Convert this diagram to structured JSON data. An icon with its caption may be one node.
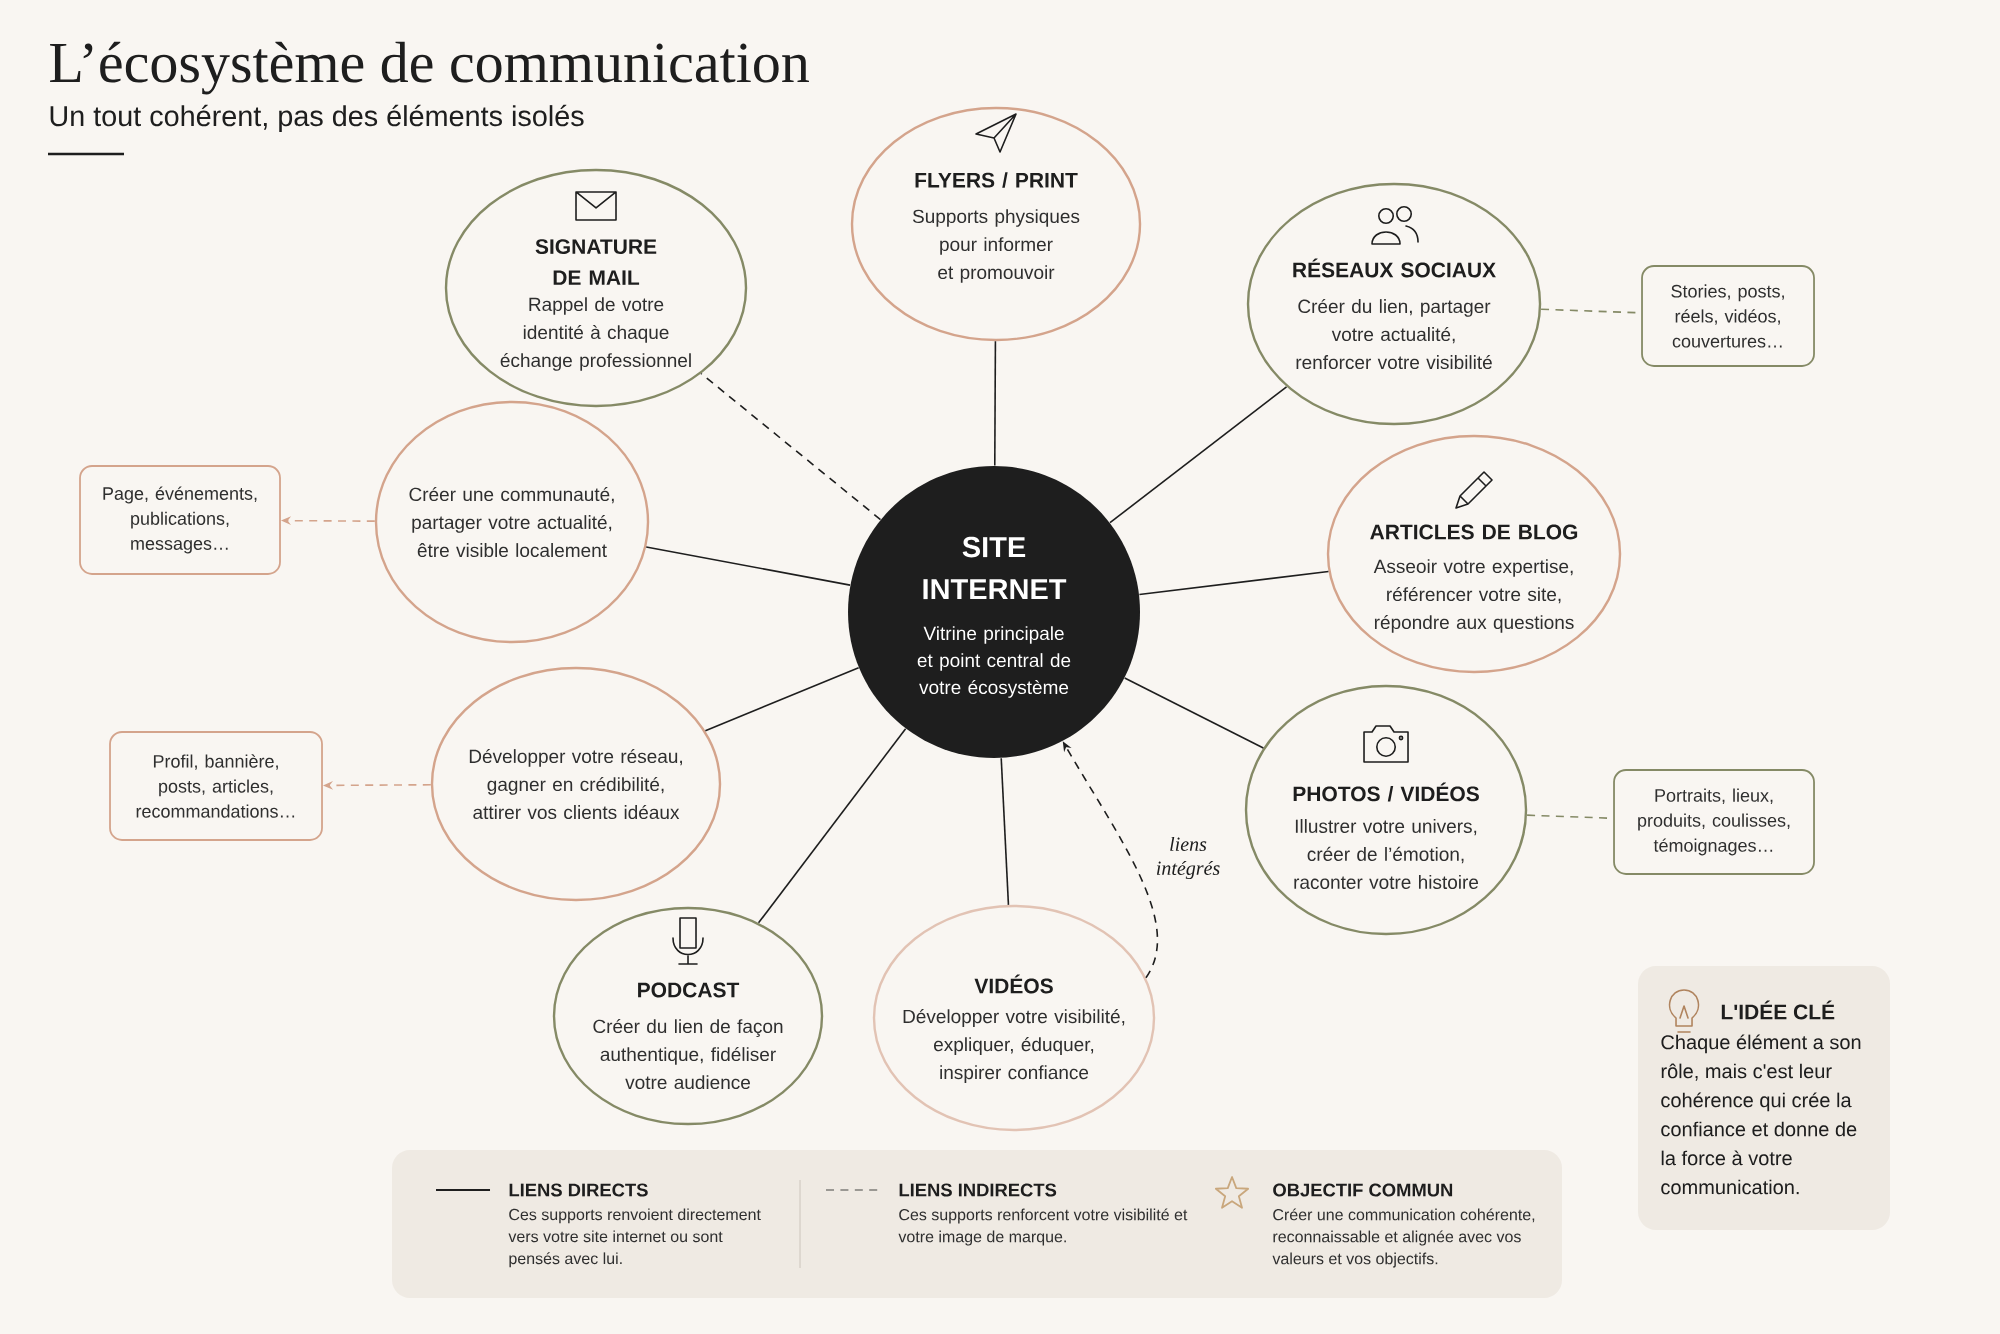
{
  "diagram": {
    "title": "L’écosystème de communication",
    "nodes": [
      {
        "text": [
          "SITE INTERNET",
          "Vitrine principale et point central de votre écosystème"
        ]
      },
      {
        "text": [
          "FLYERS / PRINT",
          "Supports physiques pour informer et promouvoir"
        ]
      },
      {
        "text": [
          "SIGNATURE DE MAIL",
          "Rappel de votre identité à chaque échange professionnel"
        ]
      },
      {
        "text": [
          "RÉSEAUX SOCIAUX",
          "Créer du lien, partager votre actualité, renforcer votre visibilité"
        ]
      },
      {
        "text": [
          "Stories, posts, réels, vidéos, couvertures…"
        ]
      },
      {
        "text": [
          "Créer une communauté, partager votre actualité, être visible localement"
        ]
      },
      {
        "text": [
          "Page, événements, publications, messages…"
        ]
      },
      {
        "text": [
          "ARTICLES DE BLOG",
          "Asseoir votre expertise, référencer votre site, répondre aux questions"
        ]
      },
      {
        "text": [
          "Développer votre réseau, gagner en crédibilité, attirer vos clients idéaux"
        ]
      },
      {
        "text": [
          "Profil, bannière, posts, articles, recommandations…"
        ]
      },
      {
        "text": [
          "PHOTOS / VIDÉOS",
          "Illustrer votre univers, créer de l’émotion, raconter votre histoire"
        ]
      },
      {
        "text": [
          "Portraits, lieux, produits, coulisses, témoignages…"
        ]
      },
      {
        "text": [
          "PODCAST",
          "Créer du lien de façon authentique, fidéliser votre audience"
        ]
      },
      {
        "text": [
          "VIDÉOS",
          "Développer votre visibilité, expliquer, éduquer, inspirer confiance"
        ]
      },
      {
        "text": [
          "L'IDÉE CLÉ",
          "Chaque élément a son rôle, mais c'est leur cohérence qui crée la confiance et donne de la force à votre communication."
        ]
      }
    ],
    "edges": [
      {
        "from": 0,
        "to": 1,
        "arrow": "none"
      },
      {
        "from": 0,
        "to": 2,
        "arrow": "none",
        "style": "dashed"
      },
      {
        "from": 0,
        "to": 3,
        "arrow": "none"
      },
      {
        "from": 3,
        "to": 4,
        "arrow": "none",
        "style": "dashed",
        "color": "#858a66"
      },
      {
        "from": 0,
        "to": 5,
        "arrow": "none"
      },
      {
        "from": 5,
        "to": 6,
        "arrow": "to",
        "style": "dashed",
        "color": "#d4a48c"
      },
      {
        "from": 0,
        "to": 7,
        "arrow": "none"
      },
      {
        "from": 0,
        "to": 8,
        "arrow": "none"
      },
      {
        "from": 8,
        "to": 9,
        "arrow": "to",
        "style": "dashed",
        "color": "#d4a48c"
      },
      {
        "from": 0,
        "to": 10,
        "arrow": "none"
      },
      {
        "from": 10,
        "to": 11,
        "arrow": "none",
        "style": "dashed",
        "color": "#858a66"
      },
      {
        "from": 0,
        "to": 12,
        "arrow": "none"
      },
      {
        "from": 0,
        "to": 13,
        "arrow": "none"
      },
      {
        "from": 13,
        "to": 0,
        "arrow": "to",
        "style": "dashed",
        "label": "liens intégrés"
      }
    ],
    "labels": [
      "Un tout cohérent, pas des éléments isolés",
      "Ces supports renvoient directement vers votre site internet ou sont pensés avec lui.",
      "Ces supports renforcent votre visibilité et votre image de marque.",
      "Créer une communication cohérente, reconnaissable et alignée avec vos valeurs et vos objectifs."
    ],
    "legend": [
      {
        "text": "LIENS DIRECTS"
      },
      {
        "text": "LIENS INDIRECTS"
      },
      {
        "text": "OBJECTIF COMMUN"
      }
    ]
  }
}
